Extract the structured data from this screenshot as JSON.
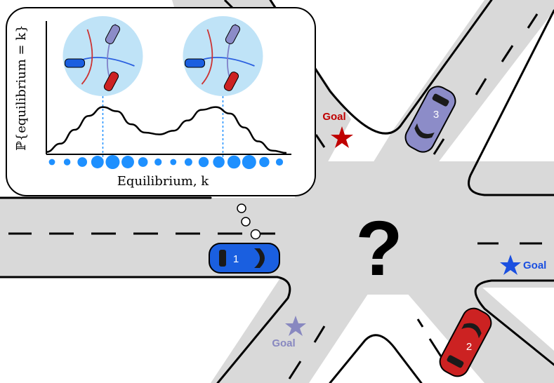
{
  "colors": {
    "road": "#d9d9d9",
    "car_blue": "#1a5fe0",
    "car_red": "#cc2222",
    "car_purple": "#8c8cc8",
    "goal_red": "#c00000",
    "goal_blue": "#1a4fe0",
    "goal_purple": "#8888c0",
    "sky_circle": "#bfe3f7",
    "dot_blue": "#1e90ff"
  },
  "center_mark": "?",
  "goals": {
    "red": "Goal",
    "blue": "Goal",
    "purple": "Goal"
  },
  "cars": [
    {
      "label": "1",
      "color": "blue"
    },
    {
      "label": "2",
      "color": "red"
    },
    {
      "label": "3",
      "color": "purple"
    }
  ],
  "chart_data": {
    "type": "line",
    "ylabel": "ℙ{equilibrium = k}",
    "xlabel": "Equilibrium, k",
    "x": [
      0,
      2,
      4,
      6,
      8,
      10,
      12,
      14,
      16,
      18,
      20,
      22,
      24,
      26,
      28,
      30,
      32,
      34
    ],
    "y": [
      0.02,
      0.2,
      0.5,
      0.8,
      0.99,
      0.9,
      0.62,
      0.44,
      0.4,
      0.48,
      0.7,
      0.93,
      0.99,
      0.85,
      0.55,
      0.25,
      0.05,
      0.0
    ],
    "peaks_x": [
      8,
      25
    ],
    "equilibria_dot_sizes": [
      0.2,
      0.25,
      0.55,
      0.85,
      1.0,
      0.85,
      0.55,
      0.3,
      0.2,
      0.35,
      0.6,
      0.75,
      0.9,
      1.0,
      0.6,
      0.3
    ],
    "grid": false,
    "legend": "none"
  }
}
